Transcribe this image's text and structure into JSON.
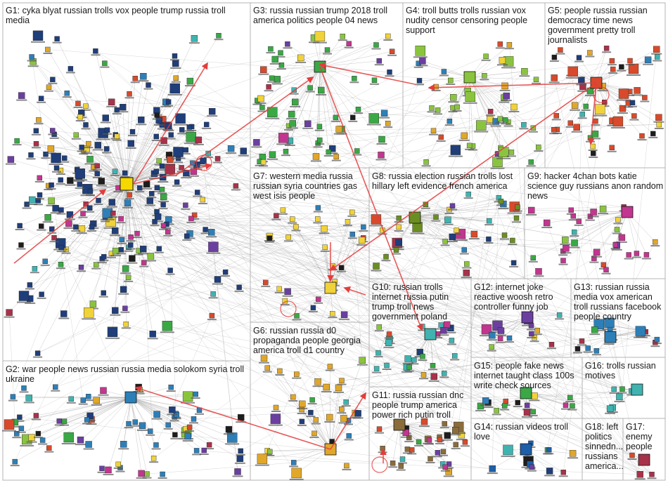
{
  "colors": {
    "edge": "#9a9a9a",
    "highlight_edge": "#e43c3c",
    "box_border": "#b4b4b4",
    "node_palette": [
      "#1f3e7a",
      "#2d7fb8",
      "#3aa845",
      "#8ac43f",
      "#e0a72a",
      "#d84a2b",
      "#c2368f",
      "#6b3fa0",
      "#1d1d1d",
      "#40b3b0",
      "#f0d23a",
      "#a8324a"
    ]
  },
  "groups": [
    {
      "id": "G1",
      "label": "G1: cyka blyat russian trolls vox people trump russia troll media"
    },
    {
      "id": "G2",
      "label": "G2: war people news russian russia media solokom syria troll ukraine"
    },
    {
      "id": "G3",
      "label": "G3: russia russian trump 2018 troll america politics people 04 news"
    },
    {
      "id": "G4",
      "label": "G4: troll butts trolls russian vox nudity censor censoring people support"
    },
    {
      "id": "G5",
      "label": "G5: people russia russian democracy time news government pretty troll journalists"
    },
    {
      "id": "G6",
      "label": "G6: russian russia d0 propaganda people georgia america troll d1 country"
    },
    {
      "id": "G7",
      "label": "G7: western media russia russian syria countries gas west isis people"
    },
    {
      "id": "G8",
      "label": "G8: russia election russian trolls lost hillary left evidence french america"
    },
    {
      "id": "G9",
      "label": "G9: hacker 4chan bots katie science guy russians anon random news"
    },
    {
      "id": "G10",
      "label": "G10: russian trolls internet russia putin trump troll news government poland"
    },
    {
      "id": "G11",
      "label": "G11: russia russian dnc people trump america power rich putin troll"
    },
    {
      "id": "G12",
      "label": "G12: internet joke reactive woosh retro controller funny job"
    },
    {
      "id": "G13",
      "label": "G13: russian russia media vox american troll russians facebook people country"
    },
    {
      "id": "G14",
      "label": "G14: russian videos troll love"
    },
    {
      "id": "G15",
      "label": "G15: people fake news internet taught class 100s write check sources"
    },
    {
      "id": "G16",
      "label": "G16: trolls russian motives"
    },
    {
      "id": "G17",
      "label": "G17: enemy people"
    },
    {
      "id": "G18",
      "label": "G18: left politics sinnedn... russians america..."
    }
  ]
}
